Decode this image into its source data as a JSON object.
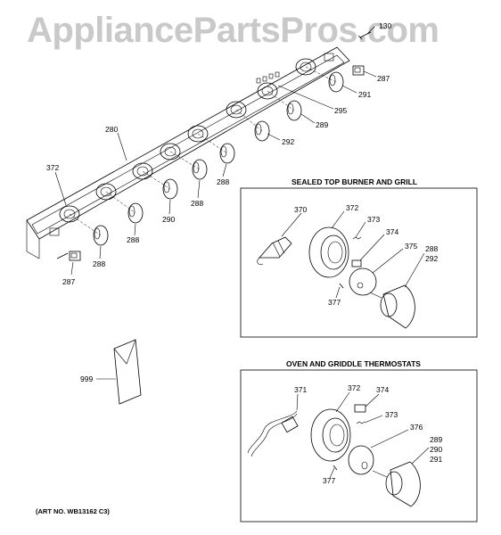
{
  "watermark": "AppliancePartsPros.com",
  "sections": {
    "sealed_title": "SEALED TOP BURNER AND GRILL",
    "oven_title": "OVEN AND GRIDDLE THERMOSTATS"
  },
  "art_number": "(ART NO. WB13162 C3)",
  "callouts": {
    "c130": "130",
    "c287a": "287",
    "c291a": "291",
    "c295": "295",
    "c289a": "289",
    "c280": "280",
    "c292a": "292",
    "c372a": "372",
    "c288a": "288",
    "c288b": "288",
    "c290a": "290",
    "c288c": "288",
    "c288d": "288",
    "c287b": "287",
    "c999": "999",
    "s370": "370",
    "s372": "372",
    "s373": "373",
    "s374": "374",
    "s375": "375",
    "s288": "288",
    "s292": "292",
    "s377": "377",
    "o371": "371",
    "o372": "372",
    "o374": "374",
    "o373": "373",
    "o376": "376",
    "o289": "289",
    "o290": "290",
    "o291": "291",
    "o377": "377"
  }
}
